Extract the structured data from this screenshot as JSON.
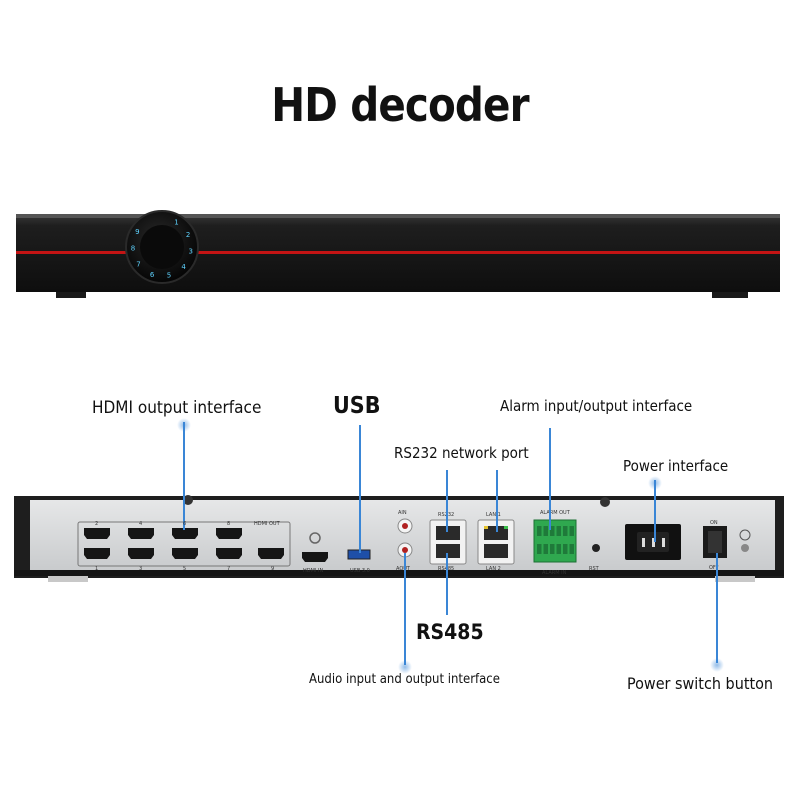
{
  "title": "HD decoder",
  "callouts": {
    "hdmi_out": "HDMI output interface",
    "usb": "USB",
    "alarm": "Alarm input/output interface",
    "rs232": "RS232 network port",
    "power_interface": "Power interface",
    "rs485": "RS485",
    "audio": "Audio input and output interface",
    "power_switch": "Power switch button"
  },
  "front_knob_numbers": [
    "1",
    "2",
    "3",
    "4",
    "5",
    "6",
    "7",
    "8",
    "9"
  ],
  "rear_labels": {
    "hdmi_out": "HDMI OUT",
    "hdmi_in": "HDMI IN",
    "usb": "USB 3.0",
    "ain": "AIN",
    "aout": "AOUT",
    "rs232": "RS232",
    "rs485": "RS485",
    "lan1": "LAN 1",
    "lan2": "LAN 2",
    "alarm_out": "ALARM OUT",
    "alarm_in": "ALARM IN",
    "rst": "RST",
    "on": "ON",
    "off": "OFF",
    "hdmi_top_nums": [
      "2",
      "4",
      "6",
      "8"
    ],
    "hdmi_bottom_nums": [
      "1",
      "3",
      "5",
      "7",
      "9"
    ]
  },
  "colors": {
    "chassis": "#1b1b1b",
    "stripe": "#c41414",
    "panel": "#d6d8da",
    "leader": "#3a86d6",
    "terminal": "#2fa84f"
  }
}
